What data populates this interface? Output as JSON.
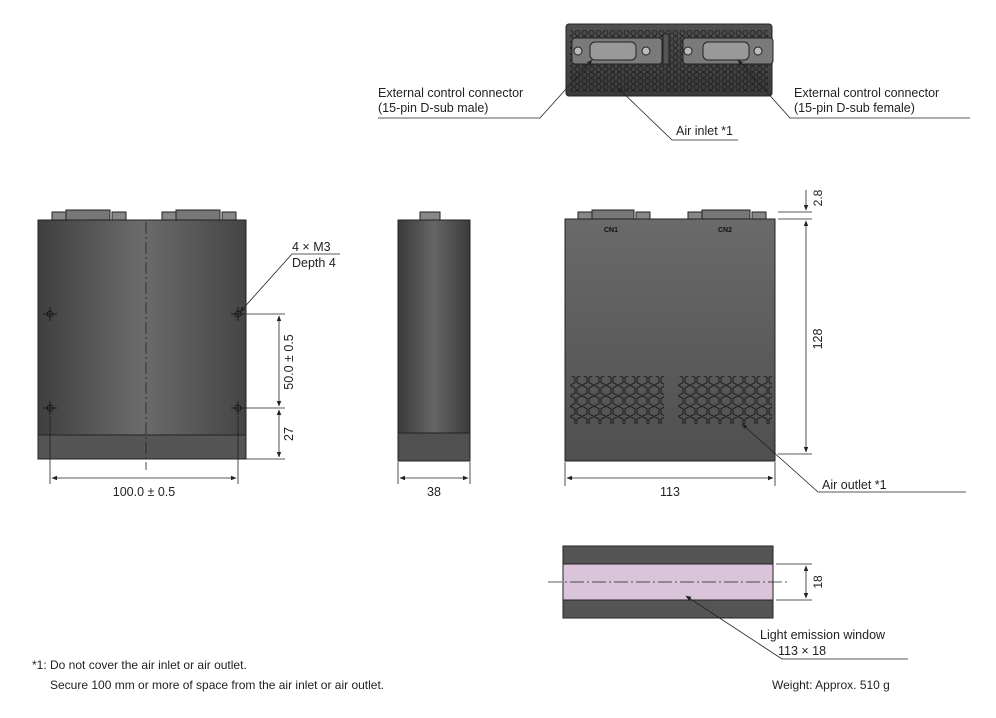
{
  "labels": {
    "ext_male_1": "External control connector",
    "ext_male_2": "(15-pin D-sub male)",
    "ext_female_1": "External control connector",
    "ext_female_2": "(15-pin D-sub female)",
    "air_inlet": "Air inlet *1",
    "mount_1": "4 × M3",
    "mount_2": "Depth 4",
    "air_outlet": "Air outlet *1",
    "window_1": "Light emission window",
    "window_2": "113 × 18",
    "cn1": "CN1",
    "cn2": "CN2"
  },
  "dimensions": {
    "front_width": "100.0 ± 0.5",
    "hole_pitch": "50.0 ± 0.5",
    "hole_offset": "27",
    "side_width": "38",
    "rear_width": "113",
    "height": "128",
    "top_offset": "2.8",
    "window_height": "18"
  },
  "notes": {
    "line1": "*1: Do not cover the air inlet or air outlet.",
    "line2": "Secure 100 mm or more of space from the air inlet or air outlet."
  },
  "weight": "Weight: Approx. 510 g",
  "colors": {
    "body_dark": "#4a4a4a",
    "body_light": "#6a6a6a",
    "window": "#d9c4d9"
  }
}
